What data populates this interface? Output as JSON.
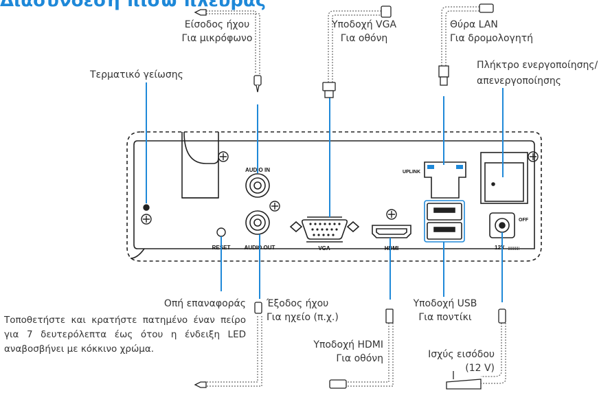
{
  "header": {
    "title": "Διασύνδεση πίσω πλευράς"
  },
  "panel_labels": {
    "audio_in": "AUDIO IN",
    "audio_out": "AUDIO OUT",
    "reset": "RESET",
    "vga": "VGA",
    "hdmi": "HDMI",
    "uplink": "UPLINK",
    "off": "OFF",
    "power": "12V"
  },
  "callouts": {
    "audio_in": {
      "line1": "Είσοδος ήχου",
      "line2": "Για μικρόφωνο"
    },
    "vga": {
      "line1": "Υποδοχή VGA",
      "line2": "Για οθόνη"
    },
    "lan": {
      "line1": "Θύρα LAN",
      "line2": "Για δρομολογητή"
    },
    "power_switch": {
      "line1": "Πλήκτρο ενεργοποίησης/",
      "line2": "απενεργοποίησης"
    },
    "ground": {
      "line1": "Τερματικό γείωσης"
    },
    "reset": {
      "line1": "Οπή επαναφοράς"
    },
    "audio_out": {
      "line1": "Έξοδος ήχου",
      "line2": "Για ηχείο (π.χ.)"
    },
    "usb": {
      "line1": "Υποδοχή USB",
      "line2": "Για ποντίκι"
    },
    "hdmi": {
      "line1": "Υποδοχή HDMI",
      "line2": "Για οθόνη"
    },
    "power_in": {
      "line1": "Ισχύς εισόδου",
      "line2": "(12 V)"
    }
  },
  "note": "Τοποθετήστε και κρατήστε πατημένο έναν πείρο για 7 δευτερόλεπτα έως ότου η ένδειξη LED αναβοσβήνει με κόκκινο χρώμα.",
  "colors": {
    "accent": "#1e88d8",
    "title": "#1e88d8",
    "device": "#222222"
  }
}
